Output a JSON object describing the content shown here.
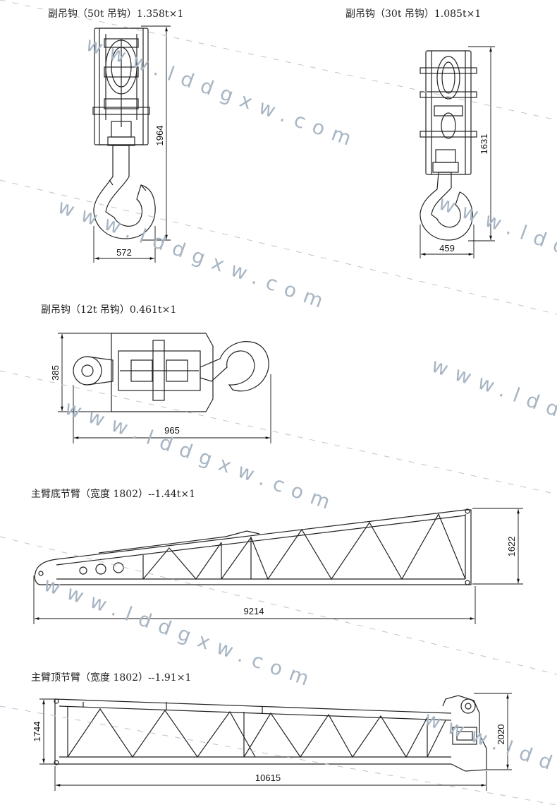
{
  "watermark": {
    "text": "www.lddgxw.com",
    "color": "#a8b6c4"
  },
  "drawings": {
    "hook_50t": {
      "title": "副吊钩（50t 吊钩）1.358t×1",
      "height": "1964",
      "width": "572"
    },
    "hook_30t": {
      "title": "副吊钩（30t 吊钩）1.085t×1",
      "height": "1631",
      "width": "459"
    },
    "hook_12t": {
      "title": "副吊钩（12t 吊钩）0.461t×1",
      "height": "385",
      "length": "965"
    },
    "boom_base": {
      "title": "主臂底节臂（宽度 1802）--1.44t×1",
      "height": "1622",
      "length": "9214"
    },
    "boom_top": {
      "title": "主臂顶节臂（宽度 1802）--1.91×1",
      "height_left": "1744",
      "height_right": "2020",
      "length": "10615"
    }
  }
}
